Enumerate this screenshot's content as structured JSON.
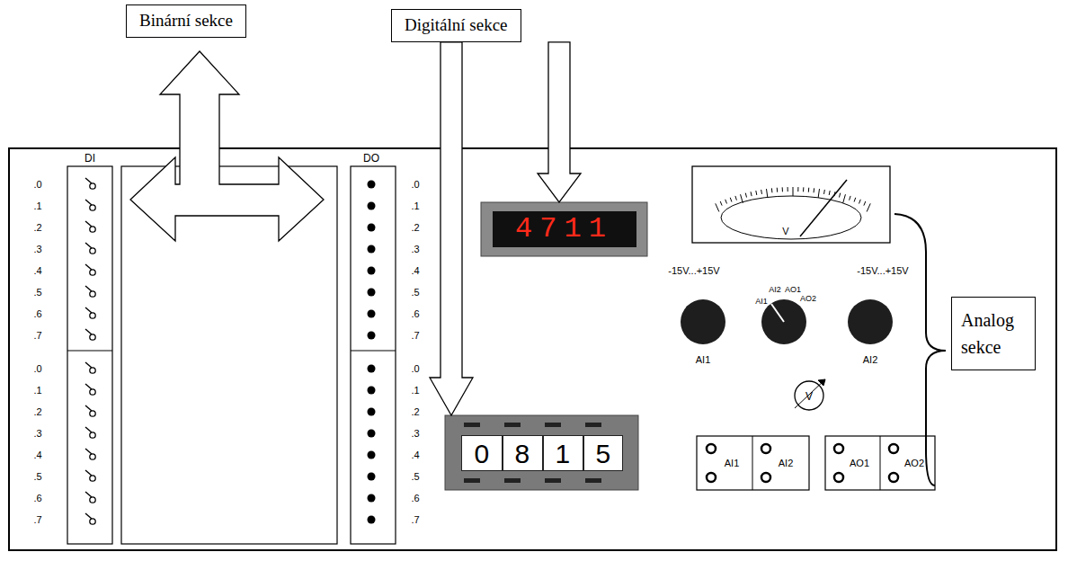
{
  "diagram": {
    "nodes": [
      {
        "text": [
          "Binární sekce"
        ]
      },
      {
        "text": [
          "Digitální sekce"
        ]
      },
      {
        "text": [
          "4711"
        ]
      },
      {
        "text": [
          "Analog sekce"
        ]
      },
      {
        "text": [
          "0815"
        ]
      }
    ],
    "edges": [
      {
        "from": 1,
        "to": 2,
        "arrow": "to"
      },
      {
        "from": 1,
        "to": 4,
        "arrow": "to"
      }
    ],
    "labels": [
      "DI",
      "DO",
      ".0",
      ".1",
      ".2",
      ".3",
      ".4",
      ".5",
      ".6",
      ".7",
      ".0",
      ".1",
      ".2",
      ".3",
      ".4",
      ".5",
      ".6",
      ".7",
      ".0",
      ".1",
      ".2",
      ".3",
      ".4",
      ".5",
      ".6",
      ".7",
      ".0",
      ".1",
      ".2",
      ".3",
      ".4",
      ".5",
      ".6",
      ".7",
      "-15V...+15V",
      "-15V...+15V",
      "AI1",
      "AI2",
      "AO1",
      "AO2",
      "AI1",
      "AI2",
      "V",
      "V",
      "AI1",
      "AI2",
      "AO1",
      "AO2"
    ]
  }
}
